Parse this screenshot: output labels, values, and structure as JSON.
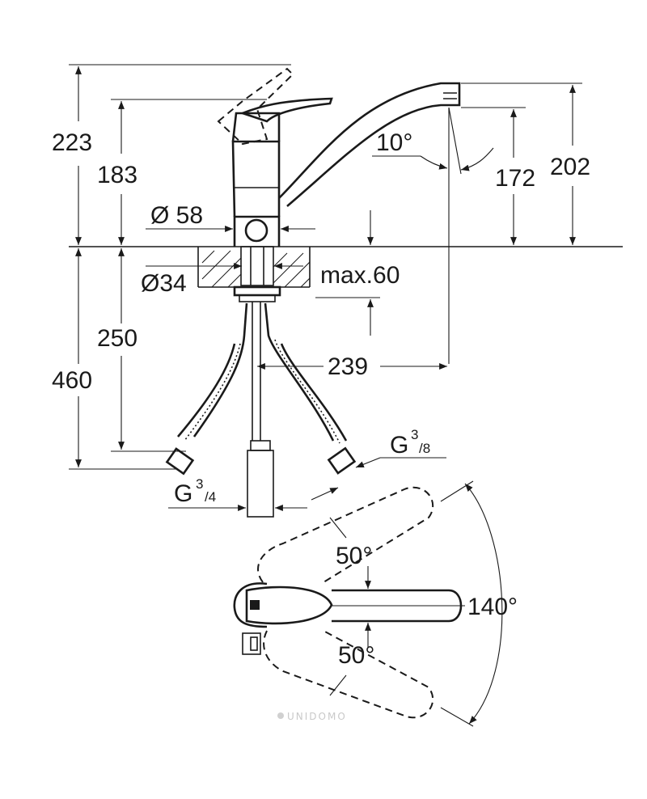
{
  "dimensions": {
    "h223": "223",
    "h183": "183",
    "dia58": "Ø 58",
    "dia34": "Ø34",
    "h460": "460",
    "h250": "250",
    "angle10": "10°",
    "h172": "172",
    "h202": "202",
    "max60": "max.60",
    "reach239": "239",
    "thread_outlet_main": "G",
    "thread_outlet_num": "3",
    "thread_outlet_den": "/8",
    "thread_inlet_main": "G",
    "thread_inlet_num": "3",
    "thread_inlet_den": "/4",
    "swing_upper": "50°",
    "swing_lower": "50°",
    "swing_total": "140°"
  },
  "watermark": "UNIDOMO"
}
